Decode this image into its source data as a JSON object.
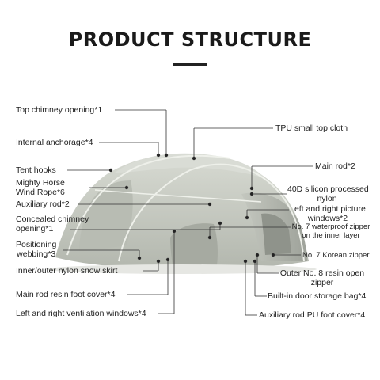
{
  "title": "PRODUCT STRUCTURE",
  "labels": {
    "top_chimney": "Top chimney opening*1",
    "internal_anchorage": "Internal anchorage*4",
    "tent_hooks": "Tent hooks",
    "wind_rope_1": "Mighty Horse",
    "wind_rope_2": "Wind Rope*6",
    "auxiliary_rod": "Auxiliary rod*2",
    "chimney_1": "Concealed chimney",
    "chimney_2": "opening*1",
    "positioning_1": "Positioning",
    "positioning_2": "webbing*3",
    "snow_skirt": "Inner/outer nylon snow skirt",
    "foot_cover": "Main rod resin foot cover*4",
    "vent_windows": "Left and right ventilation windows*4",
    "tpu_cloth": "TPU small top cloth",
    "main_rod": "Main rod*2",
    "silicon_1": "40D silicon processed",
    "silicon_2": "nylon",
    "picture_windows_1": "Left and right picture",
    "picture_windows_2": "windows*2",
    "waterproof_zipper_1": "No. 7 waterproof zipper",
    "waterproof_zipper_2": "on the inner layer",
    "korean_zipper": "No. 7 Korean zipper",
    "resin_zipper_1": "Outer No. 8 resin open",
    "resin_zipper_2": "zipper",
    "storage_bag": "Built-in door storage bag*4",
    "pu_foot_cover": "Auxiliary rod PU foot cover*4"
  },
  "colors": {
    "tent_fabric": "#c9ccc4",
    "tent_shadow": "#a9ada5",
    "line": "#333333"
  }
}
